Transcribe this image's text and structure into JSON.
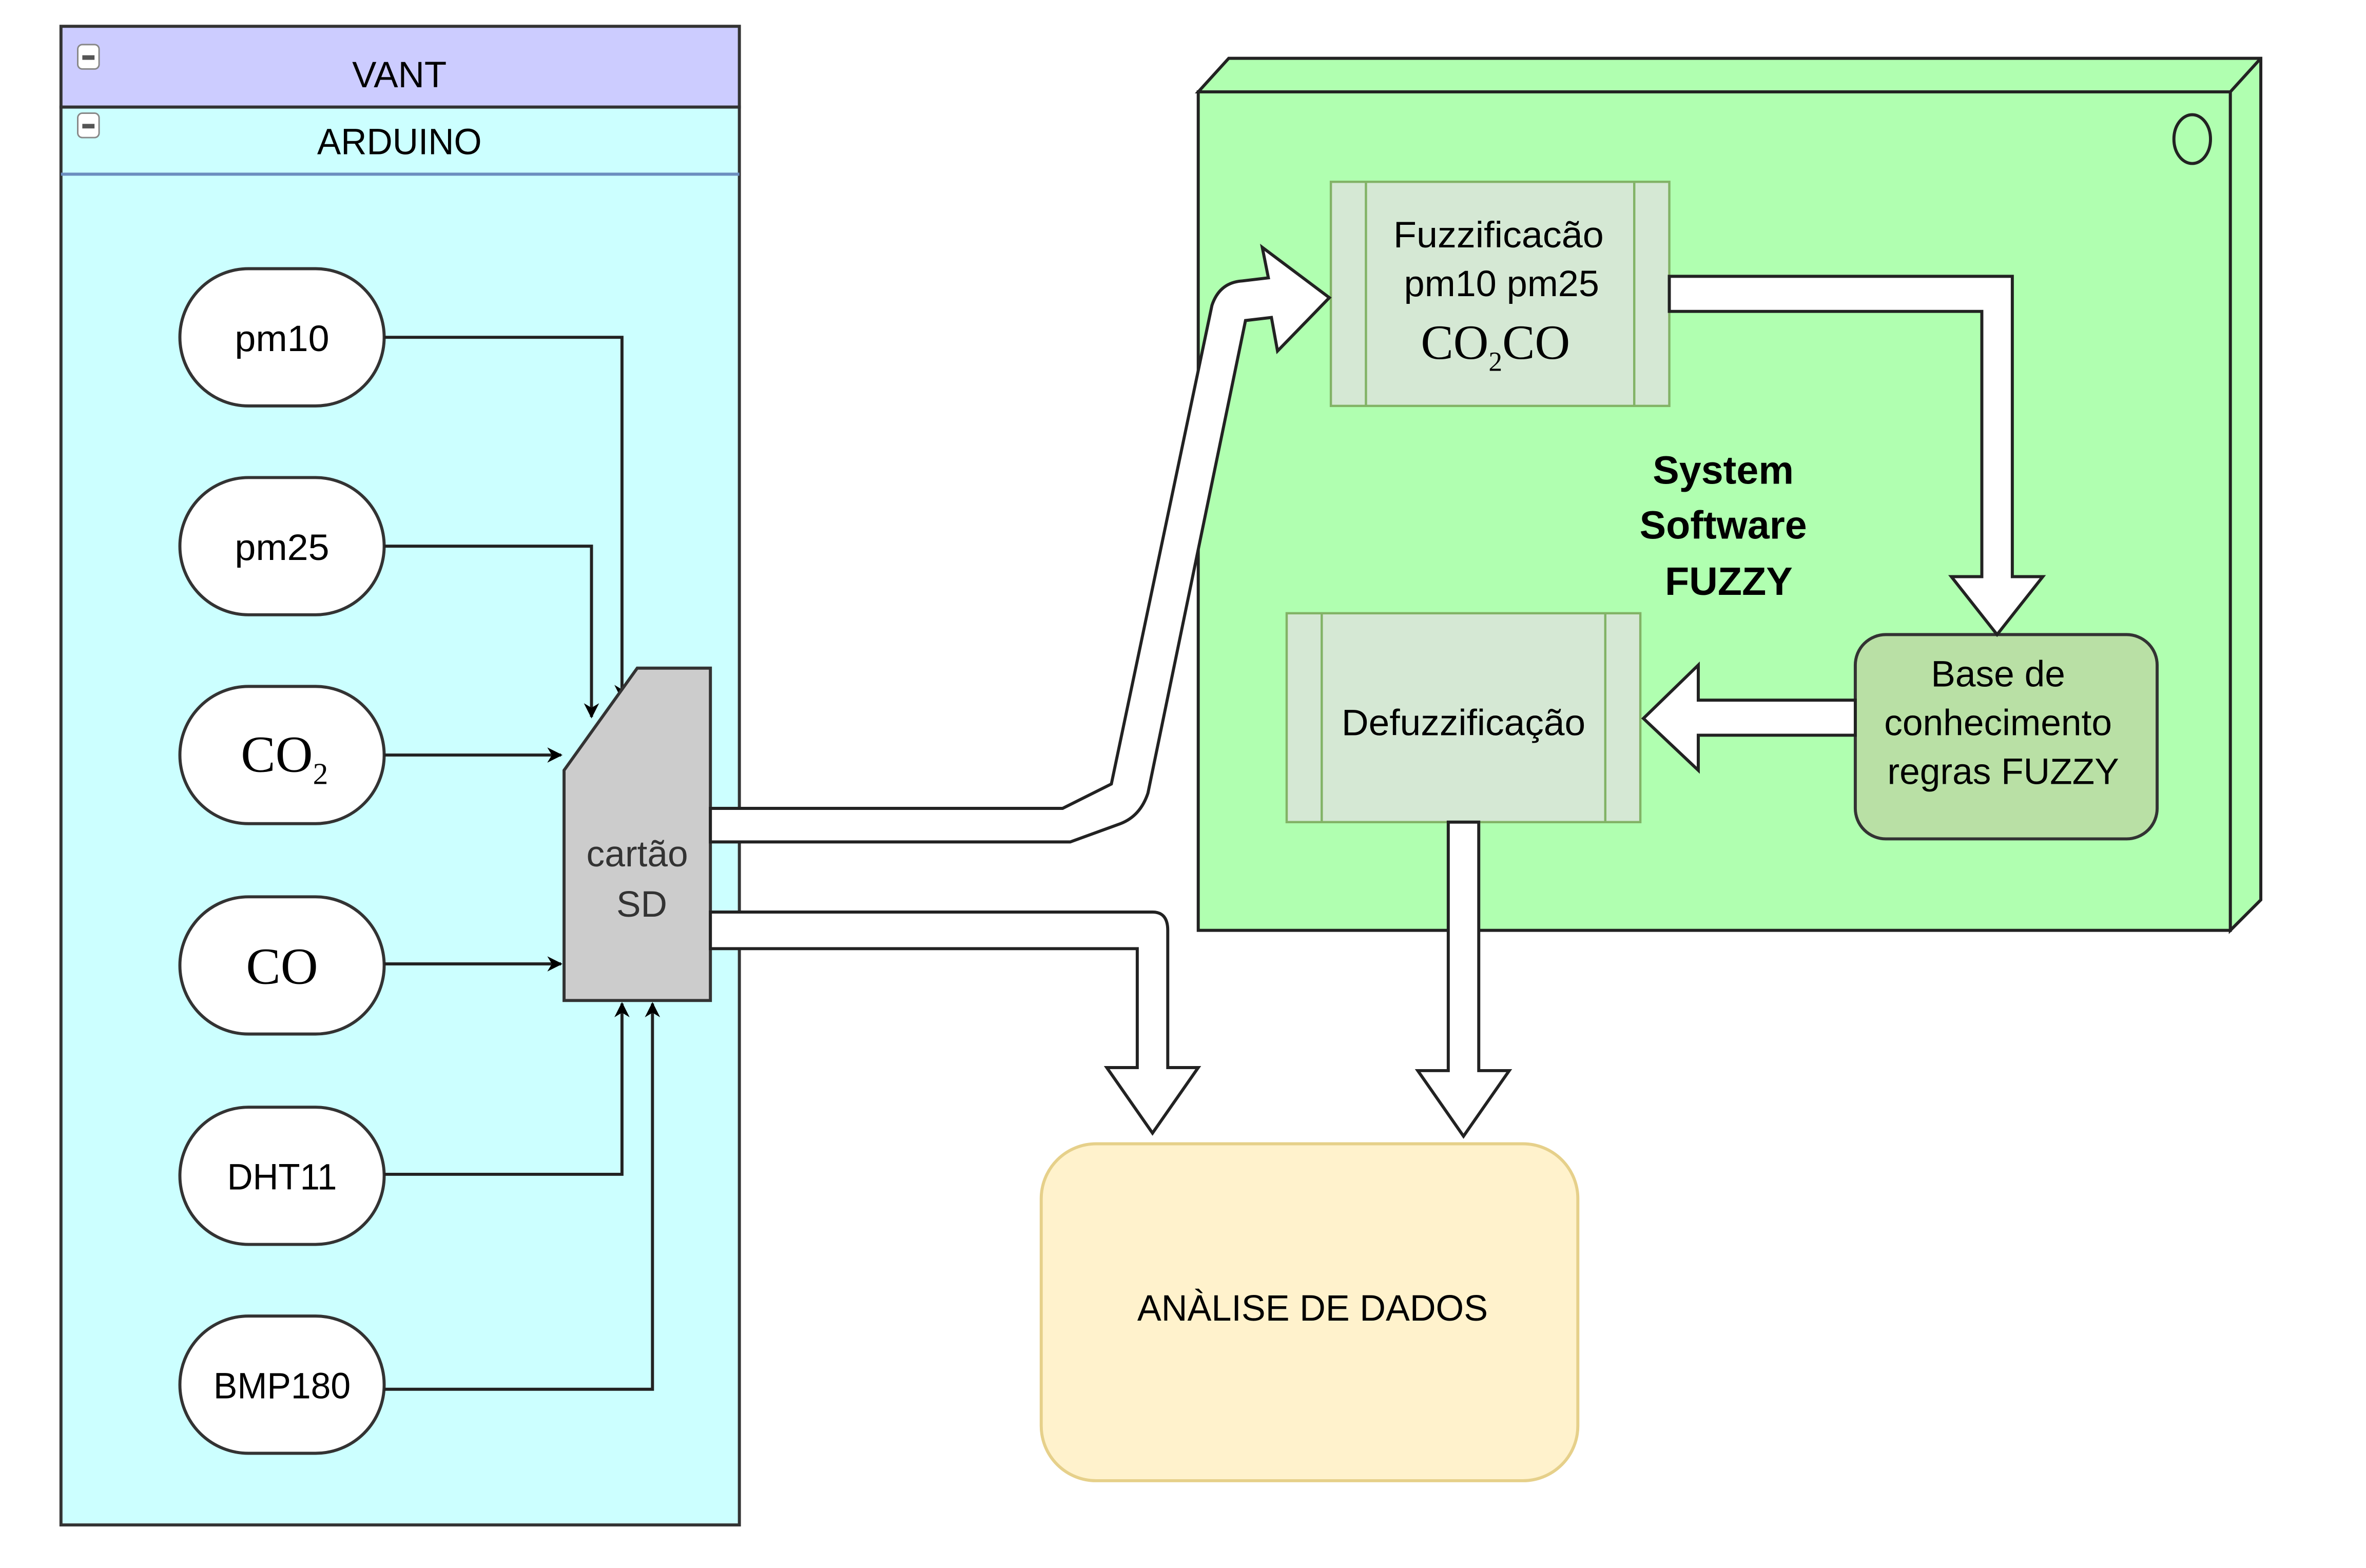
{
  "diagram": {
    "vant": {
      "title": "VANT",
      "fill": "#ccccff"
    },
    "arduino": {
      "title": "ARDUINO",
      "fill": "#ccffff",
      "sensors": [
        {
          "label": "pm10"
        },
        {
          "label": "pm25"
        },
        {
          "label": "CO",
          "subscript": "2"
        },
        {
          "label": "CO"
        },
        {
          "label": "DHT11"
        },
        {
          "label": "BMP180"
        }
      ],
      "sd_card": {
        "line1": "cartão",
        "line2": "SD",
        "fill": "#cccccc"
      }
    },
    "system": {
      "fill": "#b0ffb0",
      "title_line1": "System",
      "title_line2": "Software",
      "title_line3": "FUZZY",
      "fuzzification": {
        "line1": "Fuzzificacão",
        "line2": "pm10 pm25",
        "line3a": "CO",
        "line3sub": "2",
        "line3b": "CO"
      },
      "defuzzification": {
        "label": "Defuzzificação"
      },
      "knowledge_base": {
        "line1": "Base de",
        "line2": "conhecimento",
        "line3": "regras FUZZY"
      }
    },
    "analysis": {
      "label": "ANÀLISE DE DADOS",
      "fill": "#fff2cc"
    }
  }
}
